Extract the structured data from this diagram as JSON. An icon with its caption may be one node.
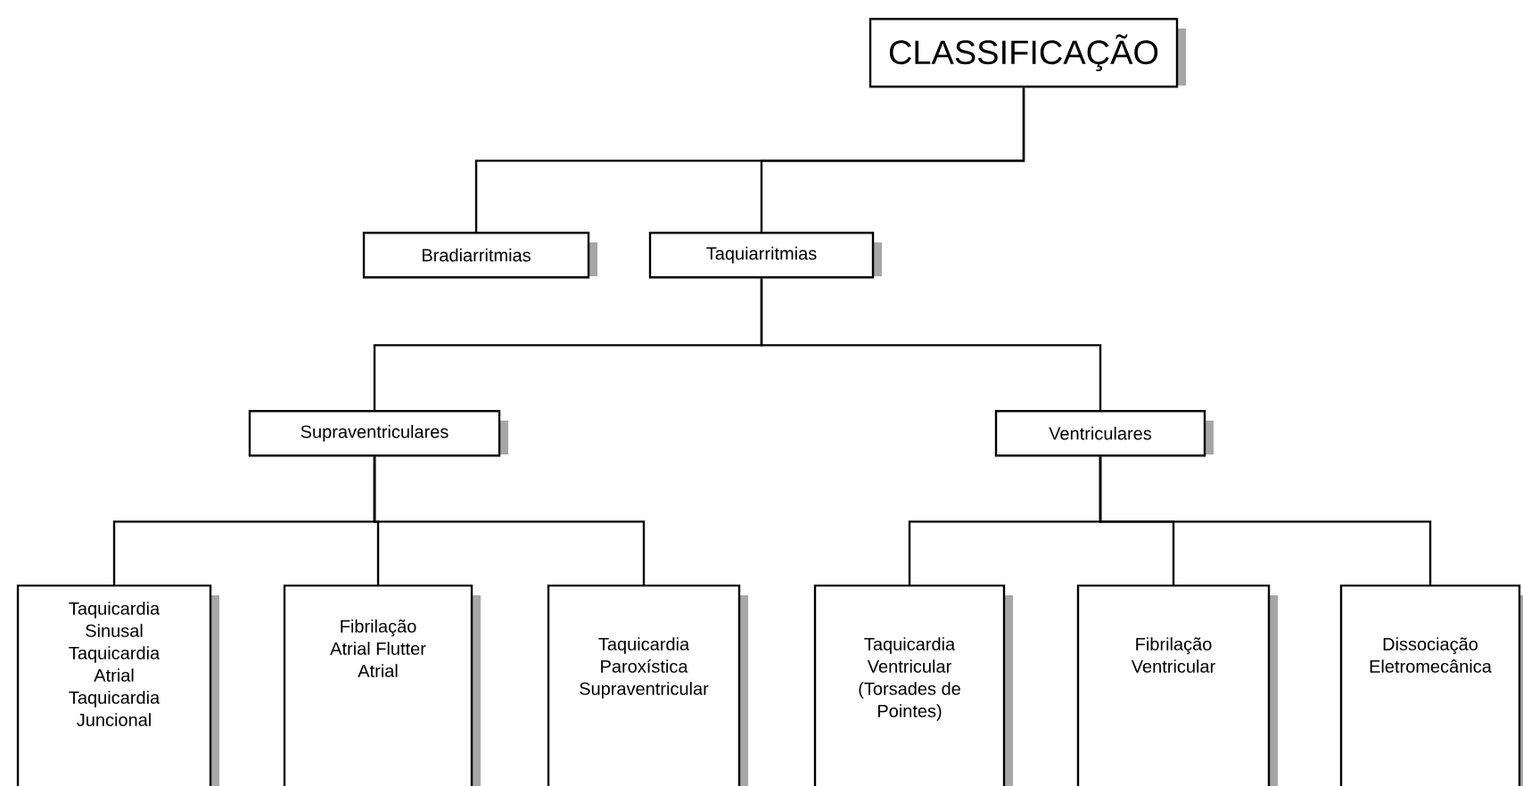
{
  "diagram": {
    "nodes": [
      {
        "text": [
          "CLASSIFICAÇÃO"
        ]
      },
      {
        "text": [
          "Bradiarritmias"
        ]
      },
      {
        "text": [
          "Taquiarritmias"
        ]
      },
      {
        "text": [
          "Supraventriculares"
        ]
      },
      {
        "text": [
          "Ventriculares"
        ]
      },
      {
        "text": [
          "Taquicardia Sinusal Taquicardia Atrial Taquicardia Juncional"
        ]
      },
      {
        "text": [
          "Fibrilação Atrial Flutter Atrial"
        ]
      },
      {
        "text": [
          "Taquicardia Paroxística Supraventricular"
        ]
      },
      {
        "text": [
          "Taquicardia Ventricular (Torsades de Pointes)"
        ]
      },
      {
        "text": [
          "Fibrilação Ventricular"
        ]
      },
      {
        "text": [
          "Dissociação Eletromecânica"
        ]
      }
    ],
    "edges": [
      {
        "from": 0,
        "to": 1,
        "arrow": "none"
      },
      {
        "from": 0,
        "to": 2,
        "arrow": "none"
      },
      {
        "from": 2,
        "to": 3,
        "arrow": "none"
      },
      {
        "from": 2,
        "to": 4,
        "arrow": "none"
      },
      {
        "from": 3,
        "to": 5,
        "arrow": "none"
      },
      {
        "from": 3,
        "to": 6,
        "arrow": "none"
      },
      {
        "from": 3,
        "to": 7,
        "arrow": "none"
      },
      {
        "from": 4,
        "to": 8,
        "arrow": "none"
      },
      {
        "from": 4,
        "to": 9,
        "arrow": "none"
      },
      {
        "from": 4,
        "to": 10,
        "arrow": "none"
      }
    ]
  }
}
